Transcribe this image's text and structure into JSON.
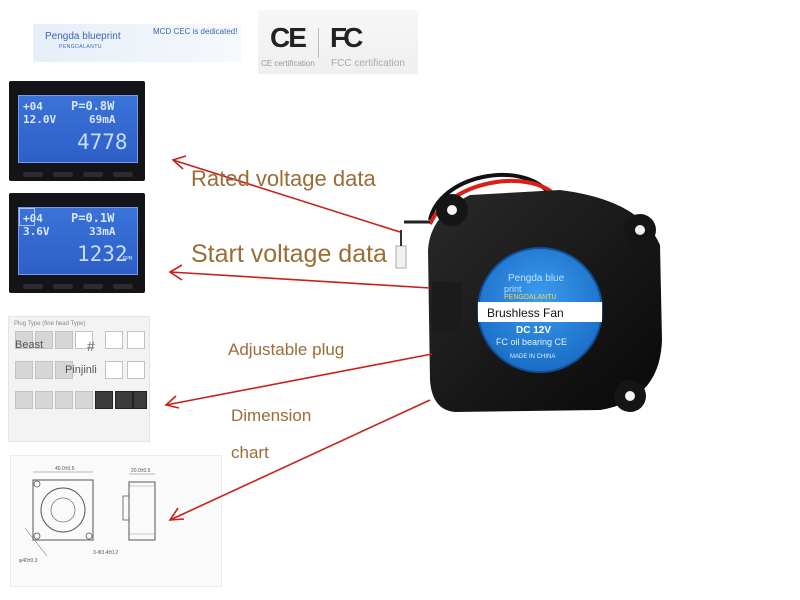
{
  "brand": {
    "name": "Pengda blueprint",
    "sub": "PENGDALANTU",
    "note": "MCD CEC is dedicated!"
  },
  "certifications": {
    "ce_mark": "CE",
    "fc_mark": "FC",
    "ce_label": "CE certification",
    "fcc_label": "FCC certification"
  },
  "meters": [
    {
      "channel": "+04",
      "power": "P=0.8W",
      "voltage": "12.0V",
      "current": "69mA",
      "rpm": "4778"
    },
    {
      "channel": "+04",
      "power": "P=0.1W",
      "voltage": "3.6V",
      "current": "33mA",
      "rpm": "1232",
      "rpm_unit": "RPM"
    }
  ],
  "plug_panel": {
    "title": "Plug Type (fine head Type)",
    "word1": "Beast",
    "word2": "#",
    "word3": "Pinjinli"
  },
  "dimension": {
    "top_dim": "40.0±0.5",
    "side_dim": "20.0±0.5",
    "hole_dim": "3-Φ3.4±0.2",
    "diag_dim": "φ40±0.3"
  },
  "labels": {
    "rated": "Rated voltage data",
    "start": "Start voltage data",
    "plug": "Adjustable plug",
    "dim1": "Dimension",
    "dim2": "chart"
  },
  "fan_sticker": {
    "brand": "Pengda blue",
    "brand2": "print",
    "sub": "PENGDALANTU",
    "band": "Brushless Fan",
    "voltage": "DC 12V",
    "bearing": "FC oil bearing CE",
    "origin": "MADE IN CHINA"
  },
  "colors": {
    "label_text": "#9b6d36",
    "arrow": "#c8201c",
    "lcd_blue": "#3a73d8",
    "sticker_blue": "#1f7fd6"
  }
}
